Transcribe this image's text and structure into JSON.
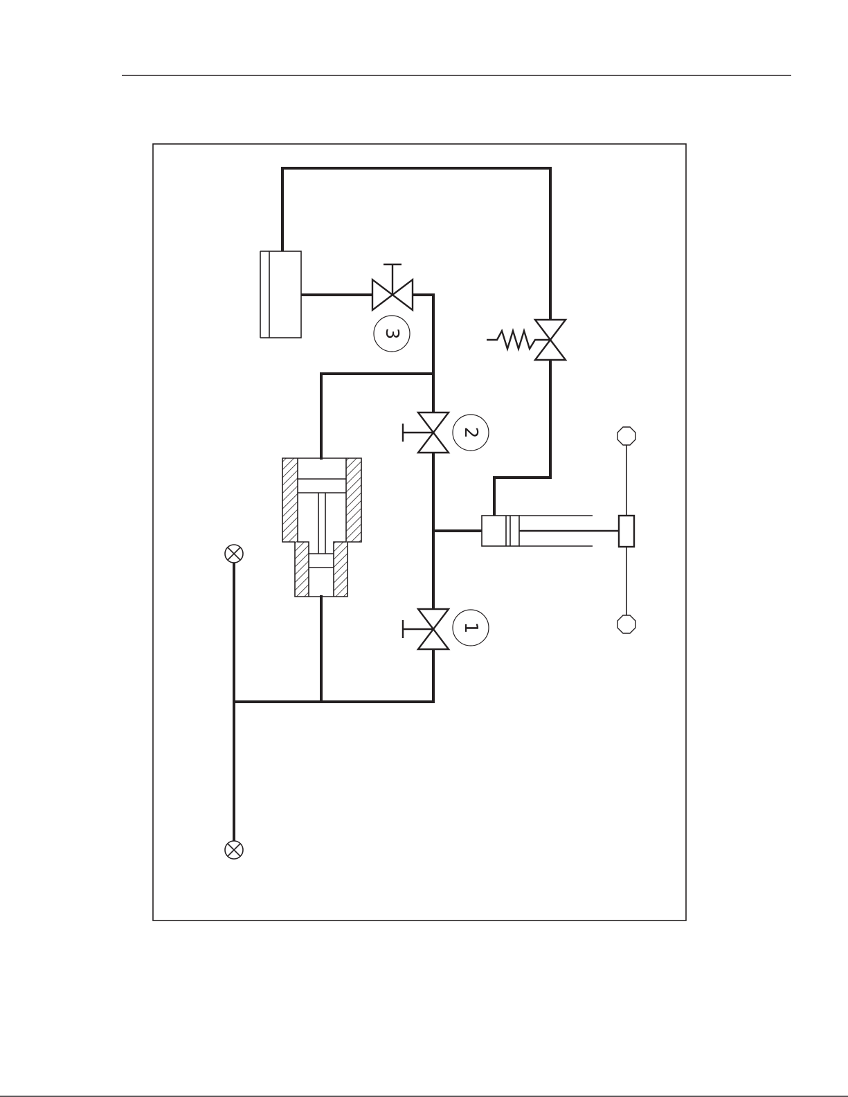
{
  "valve_labels": {
    "valve_1": "1",
    "valve_2": "2",
    "valve_3": "3"
  },
  "colors": {
    "line": "#231f20",
    "background": "#ffffff",
    "hatch": "#231f20"
  },
  "icons": {
    "gauge": "circle-x-icon",
    "relief_valve": "spring-loaded-valve-icon",
    "hand_valve": "bow-tie-valve-icon",
    "terminal": "octagon-terminal-icon"
  }
}
